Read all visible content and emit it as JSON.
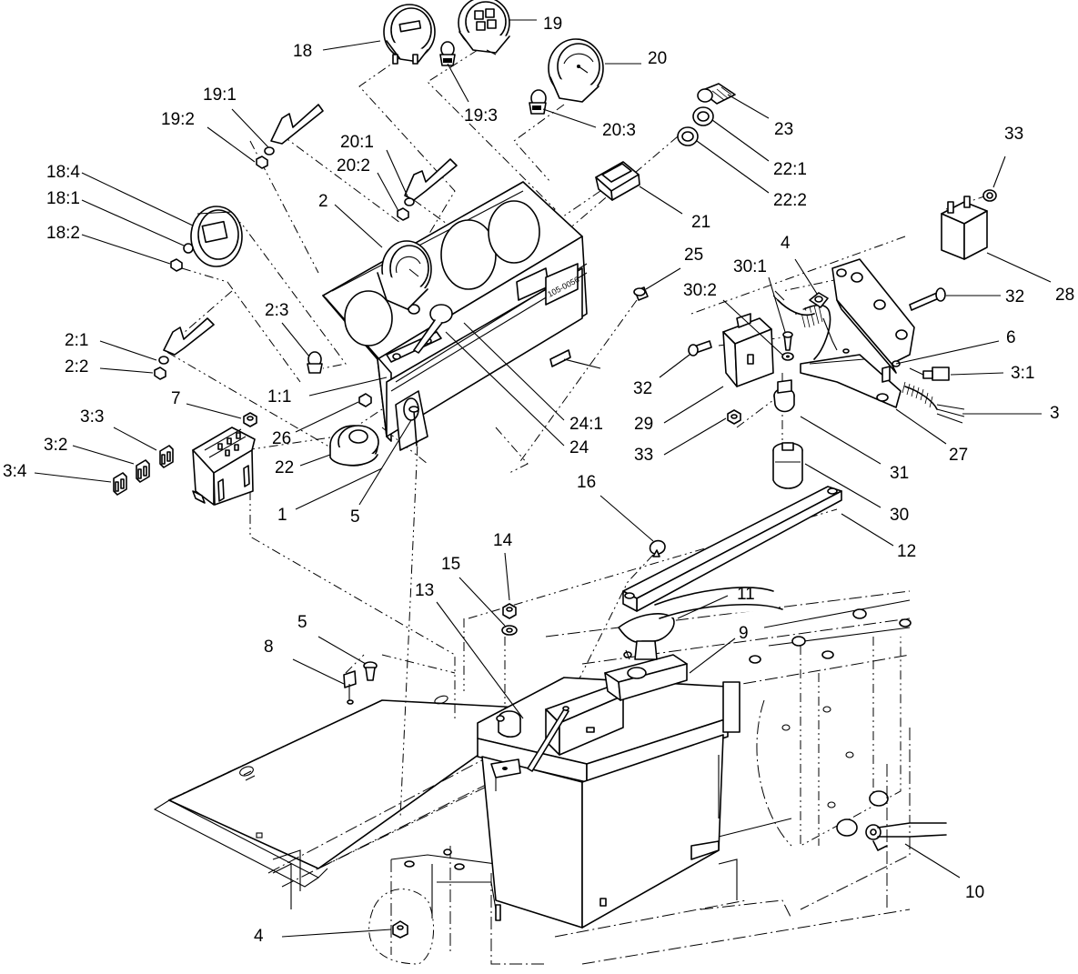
{
  "decal_text": "105-0056",
  "callouts": [
    {
      "id": "18",
      "label": "18"
    },
    {
      "id": "19",
      "label": "19"
    },
    {
      "id": "20",
      "label": "20"
    },
    {
      "id": "19-3",
      "label": "19:3"
    },
    {
      "id": "20-3",
      "label": "20:3"
    },
    {
      "id": "23",
      "label": "23"
    },
    {
      "id": "19-1",
      "label": "19:1"
    },
    {
      "id": "19-2",
      "label": "19:2"
    },
    {
      "id": "22-1",
      "label": "22:1"
    },
    {
      "id": "22-2",
      "label": "22:2"
    },
    {
      "id": "33-top",
      "label": "33"
    },
    {
      "id": "20-1",
      "label": "20:1"
    },
    {
      "id": "20-2",
      "label": "20:2"
    },
    {
      "id": "18-4",
      "label": "18:4"
    },
    {
      "id": "18-1",
      "label": "18:1"
    },
    {
      "id": "18-2",
      "label": "18:2"
    },
    {
      "id": "2",
      "label": "2"
    },
    {
      "id": "21",
      "label": "21"
    },
    {
      "id": "25",
      "label": "25"
    },
    {
      "id": "4-top",
      "label": "4"
    },
    {
      "id": "30-1",
      "label": "30:1"
    },
    {
      "id": "30-2",
      "label": "30:2"
    },
    {
      "id": "28",
      "label": "28"
    },
    {
      "id": "32-right",
      "label": "32"
    },
    {
      "id": "2-3",
      "label": "2:3"
    },
    {
      "id": "2-1",
      "label": "2:1"
    },
    {
      "id": "2-2",
      "label": "2:2"
    },
    {
      "id": "6",
      "label": "6"
    },
    {
      "id": "3-1",
      "label": "3:1"
    },
    {
      "id": "32-left",
      "label": "32"
    },
    {
      "id": "1-1",
      "label": "1:1"
    },
    {
      "id": "7",
      "label": "7"
    },
    {
      "id": "29",
      "label": "29"
    },
    {
      "id": "3",
      "label": "3"
    },
    {
      "id": "24-1",
      "label": "24:1"
    },
    {
      "id": "26",
      "label": "26"
    },
    {
      "id": "3-3",
      "label": "3:3"
    },
    {
      "id": "33-mid",
      "label": "33"
    },
    {
      "id": "24",
      "label": "24"
    },
    {
      "id": "27",
      "label": "27"
    },
    {
      "id": "3-2",
      "label": "3:2"
    },
    {
      "id": "22",
      "label": "22"
    },
    {
      "id": "31",
      "label": "31"
    },
    {
      "id": "3-4",
      "label": "3:4"
    },
    {
      "id": "1",
      "label": "1"
    },
    {
      "id": "5-top",
      "label": "5"
    },
    {
      "id": "30",
      "label": "30"
    },
    {
      "id": "16",
      "label": "16"
    },
    {
      "id": "12",
      "label": "12"
    },
    {
      "id": "14",
      "label": "14"
    },
    {
      "id": "15",
      "label": "15"
    },
    {
      "id": "13",
      "label": "13"
    },
    {
      "id": "11",
      "label": "11"
    },
    {
      "id": "5-bottom",
      "label": "5"
    },
    {
      "id": "9",
      "label": "9"
    },
    {
      "id": "8",
      "label": "8"
    },
    {
      "id": "10",
      "label": "10"
    },
    {
      "id": "4-bottom",
      "label": "4"
    }
  ]
}
